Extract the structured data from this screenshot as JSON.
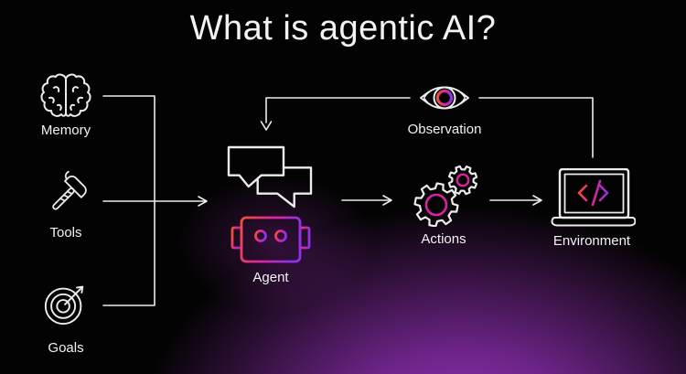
{
  "title": "What is agentic AI?",
  "nodes": {
    "memory": {
      "label": "Memory",
      "icon": "brain-icon"
    },
    "tools": {
      "label": "Tools",
      "icon": "hammer-icon"
    },
    "goals": {
      "label": "Goals",
      "icon": "target-icon"
    },
    "agent": {
      "label": "Agent",
      "icon": "robot-icon"
    },
    "observation": {
      "label": "Observation",
      "icon": "eye-icon"
    },
    "actions": {
      "label": "Actions",
      "icon": "gears-icon"
    },
    "environment": {
      "label": "Environment",
      "icon": "laptop-code-icon"
    }
  },
  "colors": {
    "background": "#030303",
    "glow": "#9c36bd",
    "line": "#ececec",
    "text": "#f2f2f2",
    "gradient_start": "#f0503a",
    "gradient_mid": "#e02599",
    "gradient_end": "#9031ea",
    "gear_inner": "#d9239e"
  }
}
